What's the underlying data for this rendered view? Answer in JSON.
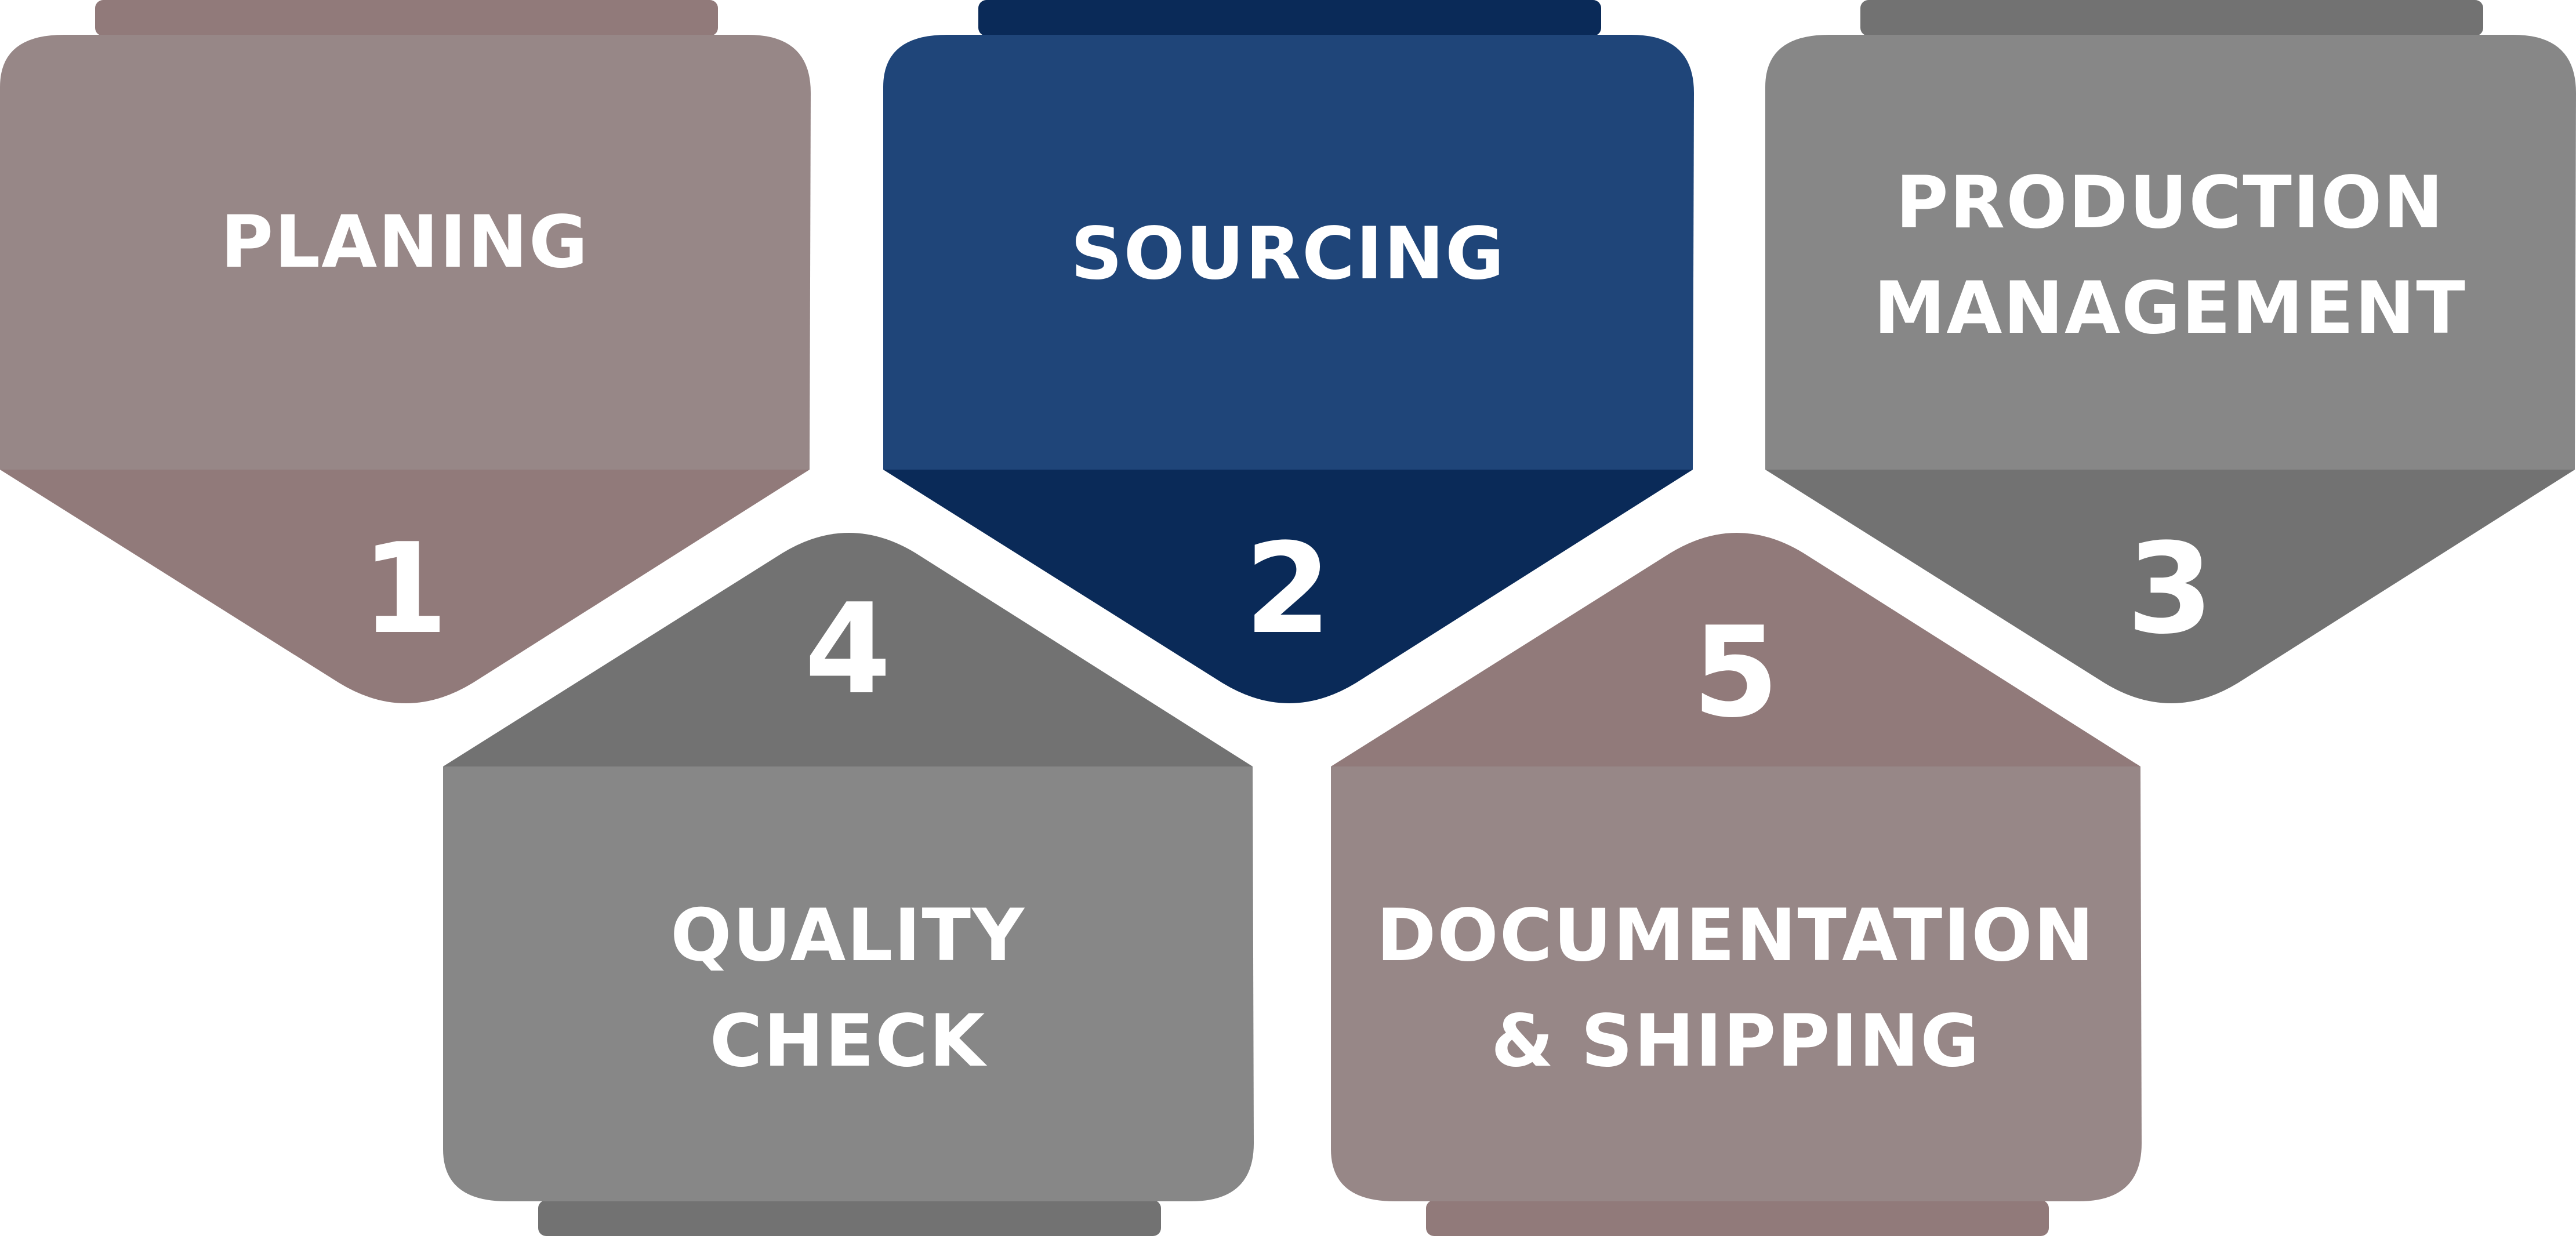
{
  "steps": [
    {
      "number": "1",
      "label_lines": [
        "PLANING"
      ],
      "body_color": "#978787",
      "tab_color": "#917a7a"
    },
    {
      "number": "2",
      "label_lines": [
        "SOURCING"
      ],
      "body_color": "#1f4579",
      "tab_color": "#0a2a58"
    },
    {
      "number": "3",
      "label_lines": [
        "PRODUCTION",
        "MANAGEMENT"
      ],
      "body_color": "#878787",
      "tab_color": "#727272"
    },
    {
      "number": "4",
      "label_lines": [
        "QUALITY",
        "CHECK"
      ],
      "body_color": "#878787",
      "tab_color": "#727272"
    },
    {
      "number": "5",
      "label_lines": [
        "DOCUMENTATION",
        "& SHIPPING"
      ],
      "body_color": "#978787",
      "tab_color": "#917a7a"
    }
  ]
}
